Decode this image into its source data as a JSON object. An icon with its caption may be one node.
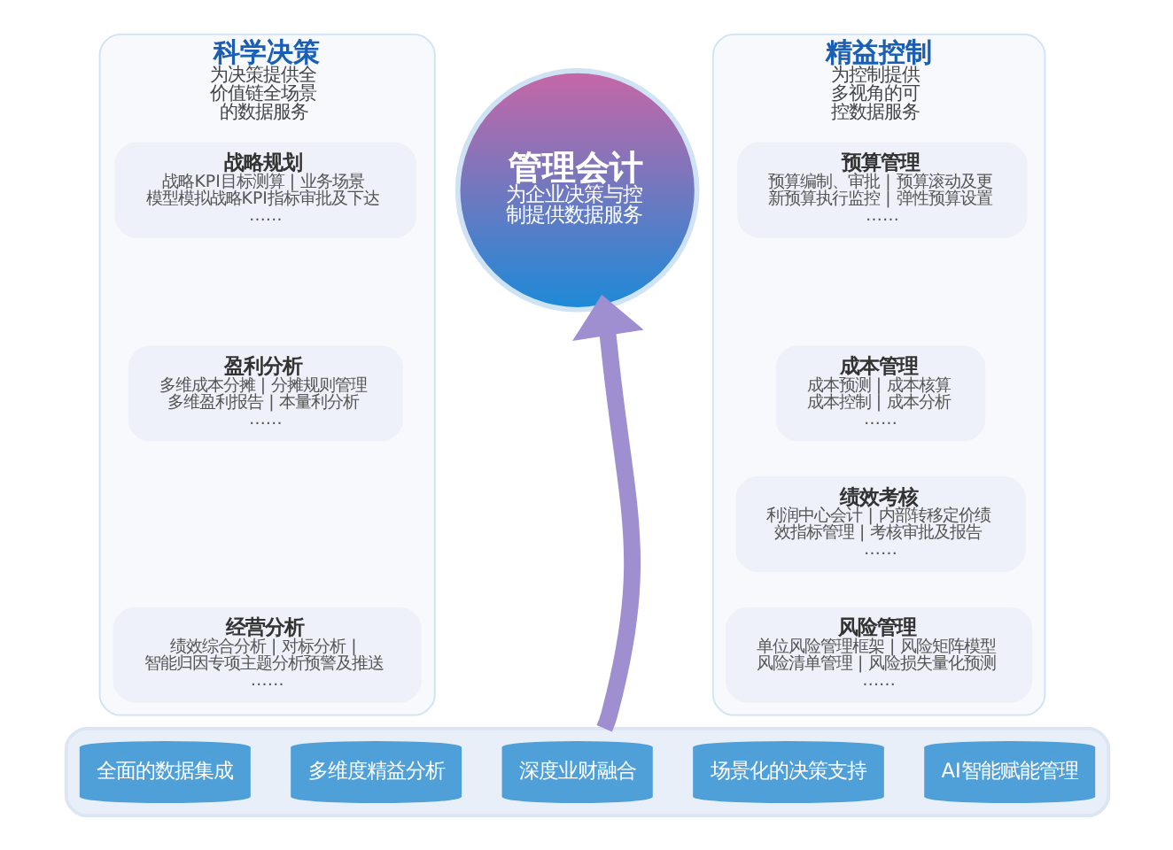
{
  "diagram": {
    "nodes": [
      {
        "text": [
          "科学决策",
          "为决策提供全价值链全场景的数据服务"
        ]
      },
      {
        "text": [
          "战略规划",
          "战略KPI目标测算 | 业务场景模型模拟战略KPI指标审批及下达",
          "……"
        ],
        "in": 0
      },
      {
        "text": [
          "盈利分析",
          "多维成本分摊 | 分摊规则管理多维盈利报告 | 本量利分析",
          "……"
        ],
        "in": 0
      },
      {
        "text": [
          "经营分析",
          "绩效综合分析 | 对标分析 | 智能归因专项主题分析预警及推送",
          "……"
        ],
        "in": 0
      },
      {
        "text": [
          "管理会计",
          "为企业决策与控制提供数据服务"
        ]
      },
      {
        "text": [
          "精益控制",
          "为控制提供多视角的可控数据服务"
        ]
      },
      {
        "text": [
          "预算管理",
          "预算编制、审批 | 预算滚动及更新预算执行监控 | 弹性预算设置",
          "……"
        ],
        "in": 5
      },
      {
        "text": [
          "成本管理",
          "成本预测 | 成本核算成本控制 | 成本分析",
          "……"
        ],
        "in": 5
      },
      {
        "text": [
          "绩效考核",
          "利润中心会计 | 内部转移定价绩效指标管理 | 考核审批及报告",
          "……"
        ],
        "in": 5
      },
      {
        "text": [
          "风险管理",
          "单位风险管理框架 | 风险矩阵模型风险清单管理 | 风险损失量化预测",
          "……"
        ],
        "in": 5
      },
      {
        "text": [],
        "shape": "ellipse"
      },
      {
        "text": [
          "全面的数据集成"
        ],
        "in": 10
      },
      {
        "text": [
          "多维度精益分析"
        ],
        "in": 10
      },
      {
        "text": [
          "深度业财融合"
        ],
        "in": 10
      },
      {
        "text": [
          "场景化的决策支持"
        ],
        "in": 10
      },
      {
        "text": [
          "AI智能赋能管理"
        ],
        "in": 10
      }
    ],
    "edges": [
      {
        "from": 10,
        "to": 4,
        "arrow": "to"
      }
    ]
  }
}
